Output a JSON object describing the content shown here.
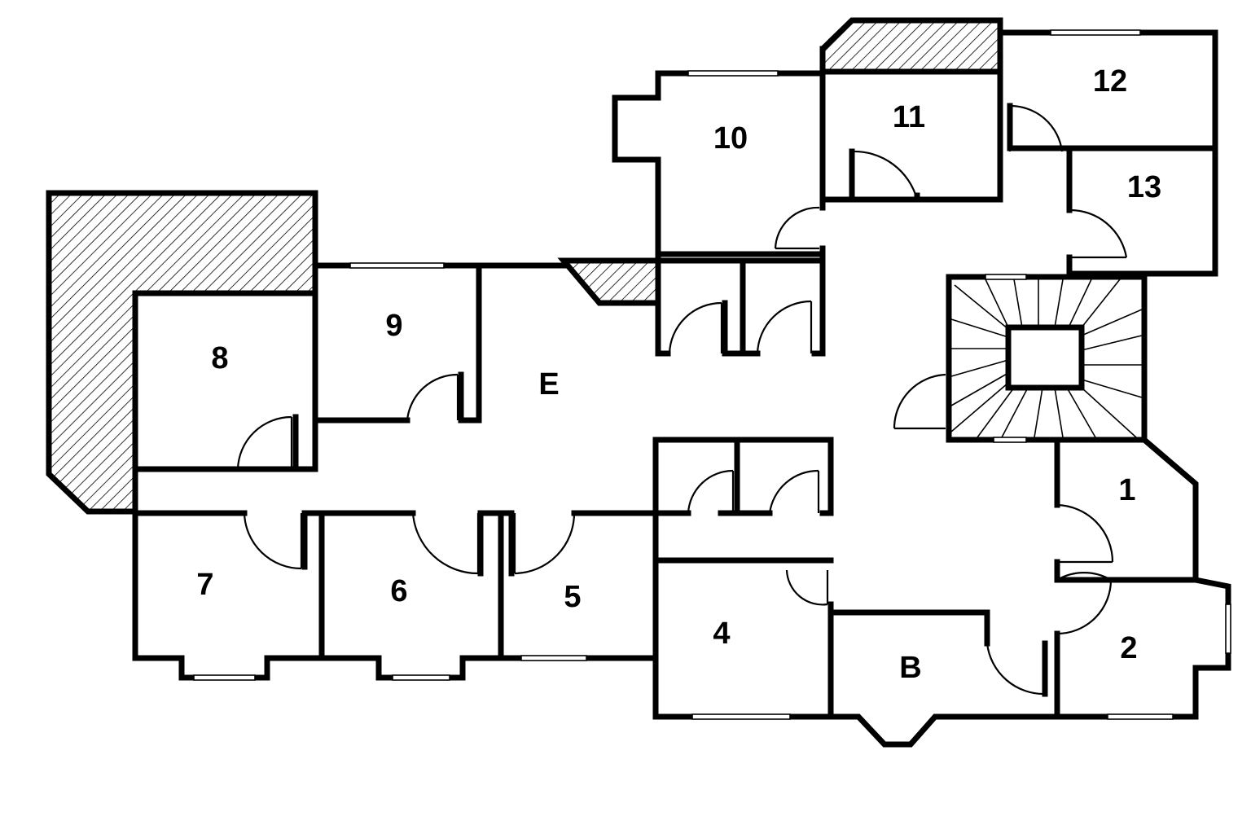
{
  "rooms": {
    "r1": "1",
    "r2": "2",
    "r4": "4",
    "r5": "5",
    "r6": "6",
    "r7": "7",
    "r8": "8",
    "r9": "9",
    "r10": "10",
    "r11": "11",
    "r12": "12",
    "r13": "13",
    "rB": "B",
    "rE": "E"
  }
}
